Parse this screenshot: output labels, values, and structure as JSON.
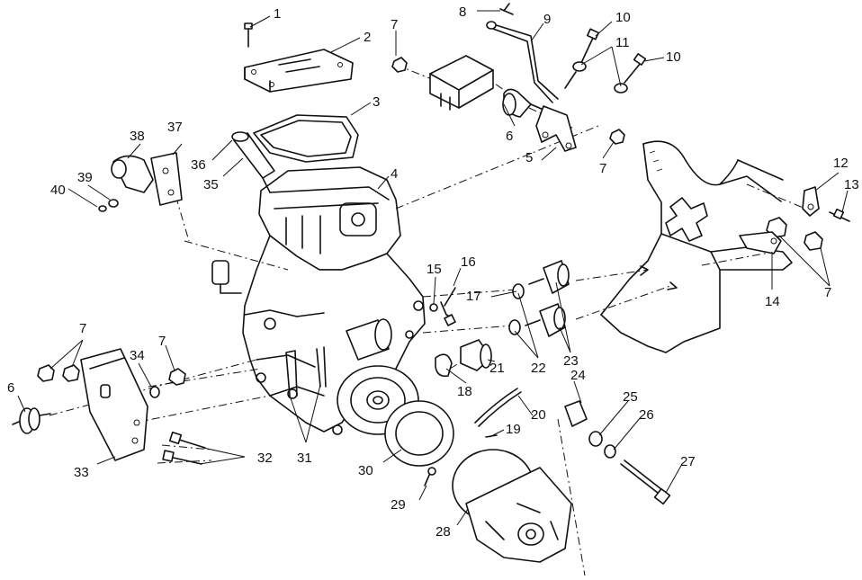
{
  "callouts": [
    {
      "id": "c1",
      "label": "1"
    },
    {
      "id": "c2",
      "label": "2"
    },
    {
      "id": "c3",
      "label": "3"
    },
    {
      "id": "c4",
      "label": "4"
    },
    {
      "id": "c5",
      "label": "5"
    },
    {
      "id": "c6a",
      "label": "6"
    },
    {
      "id": "c6b",
      "label": "6"
    },
    {
      "id": "c7a",
      "label": "7"
    },
    {
      "id": "c7b",
      "label": "7"
    },
    {
      "id": "c7c",
      "label": "7"
    },
    {
      "id": "c7d",
      "label": "7"
    },
    {
      "id": "c7e",
      "label": "7"
    },
    {
      "id": "c8",
      "label": "8"
    },
    {
      "id": "c9",
      "label": "9"
    },
    {
      "id": "c10a",
      "label": "10"
    },
    {
      "id": "c10b",
      "label": "10"
    },
    {
      "id": "c11",
      "label": "11"
    },
    {
      "id": "c12",
      "label": "12"
    },
    {
      "id": "c13",
      "label": "13"
    },
    {
      "id": "c14",
      "label": "14"
    },
    {
      "id": "c15",
      "label": "15"
    },
    {
      "id": "c16",
      "label": "16"
    },
    {
      "id": "c17",
      "label": "17"
    },
    {
      "id": "c18",
      "label": "18"
    },
    {
      "id": "c19",
      "label": "19"
    },
    {
      "id": "c20",
      "label": "20"
    },
    {
      "id": "c21",
      "label": "21"
    },
    {
      "id": "c22",
      "label": "22"
    },
    {
      "id": "c23",
      "label": "23"
    },
    {
      "id": "c24",
      "label": "24"
    },
    {
      "id": "c25",
      "label": "25"
    },
    {
      "id": "c26",
      "label": "26"
    },
    {
      "id": "c27",
      "label": "27"
    },
    {
      "id": "c28",
      "label": "28"
    },
    {
      "id": "c29",
      "label": "29"
    },
    {
      "id": "c30",
      "label": "30"
    },
    {
      "id": "c31",
      "label": "31"
    },
    {
      "id": "c32",
      "label": "32"
    },
    {
      "id": "c33",
      "label": "33"
    },
    {
      "id": "c34",
      "label": "34"
    },
    {
      "id": "c35",
      "label": "35"
    },
    {
      "id": "c36",
      "label": "36"
    },
    {
      "id": "c37",
      "label": "37"
    },
    {
      "id": "c38",
      "label": "38"
    },
    {
      "id": "c39",
      "label": "39"
    },
    {
      "id": "c40",
      "label": "40"
    }
  ]
}
